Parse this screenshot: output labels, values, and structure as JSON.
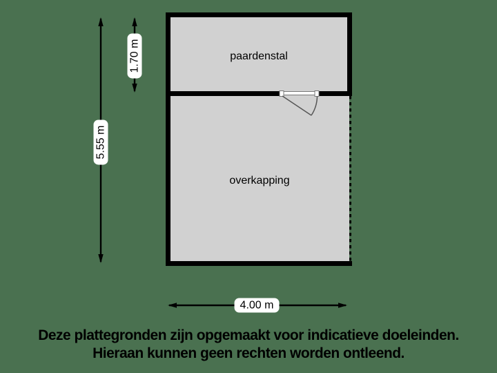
{
  "colors": {
    "background": "#4a7150",
    "room_fill": "#d1d1d1",
    "wall": "#000000",
    "dimension_label_bg": "#ffffff",
    "text": "#000000"
  },
  "floorplan": {
    "rooms": [
      {
        "label": "paardenstal"
      },
      {
        "label": "overkapping"
      }
    ],
    "dimensions": {
      "total_height": {
        "label": "5.55 m",
        "orientation": "vertical"
      },
      "stable_height": {
        "label": "1.70 m",
        "orientation": "vertical"
      },
      "width": {
        "label": "4.00 m",
        "orientation": "horizontal"
      }
    }
  },
  "disclaimer": {
    "line1": "Deze plattegronden zijn opgemaakt voor indicatieve doeleinden.",
    "line2": "Hieraan kunnen geen rechten worden ontleend."
  }
}
